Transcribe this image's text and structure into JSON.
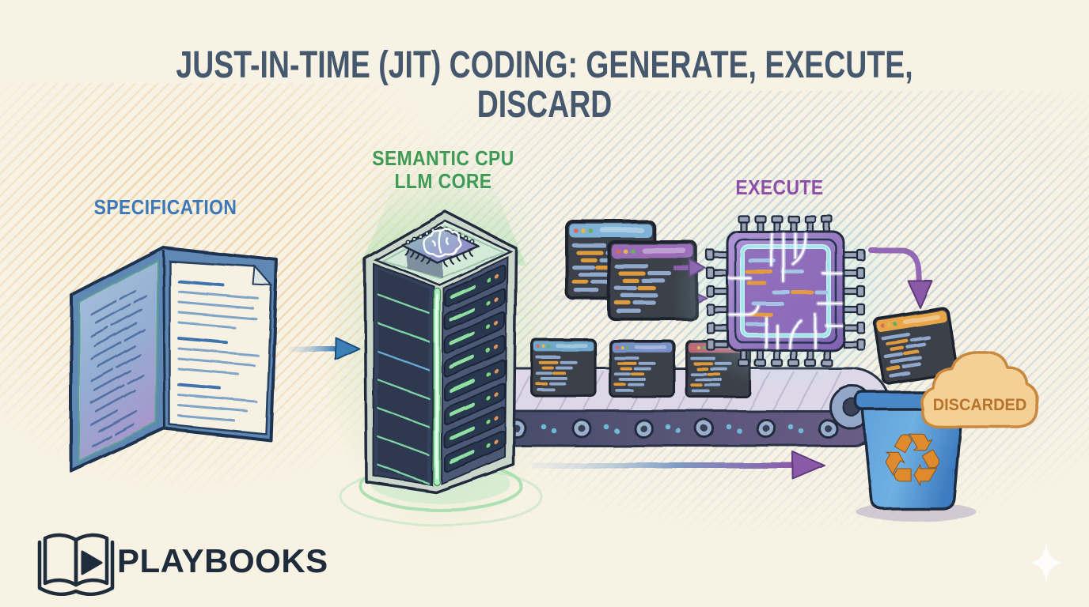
{
  "title": "JUST-IN-TIME (JIT) CODING: GENERATE, EXECUTE, DISCARD",
  "stages": {
    "specification": {
      "label": "SPECIFICATION"
    },
    "semantic_cpu": {
      "label_line1": "SEMANTIC CPU",
      "label_line2": "LLM CORE"
    },
    "execute": {
      "label": "EXECUTE"
    },
    "discard": {
      "label": "DISCARDED"
    }
  },
  "brand": {
    "name": "PLAYBOOKS"
  },
  "icons": {
    "recycle": "♻"
  },
  "colors": {
    "paper": "#f7f2e3",
    "title_text": "#46586e",
    "specification_blue": "#3c78b8",
    "semantic_green": "#3e9a55",
    "execute_purple": "#8c4fa5",
    "discarded_orange": "#b5742a",
    "brand_navy": "#1e2c3c",
    "hatch_left_orange": "#e0a046",
    "hatch_right_blue": "#6e9bcd",
    "code_orange": "#df9a3e",
    "code_blue": "#8fa8cc",
    "server_glow_green": "#8fd9a0",
    "chip_purple": "#9a78c4",
    "bin_blue": "#4a8fd0"
  }
}
